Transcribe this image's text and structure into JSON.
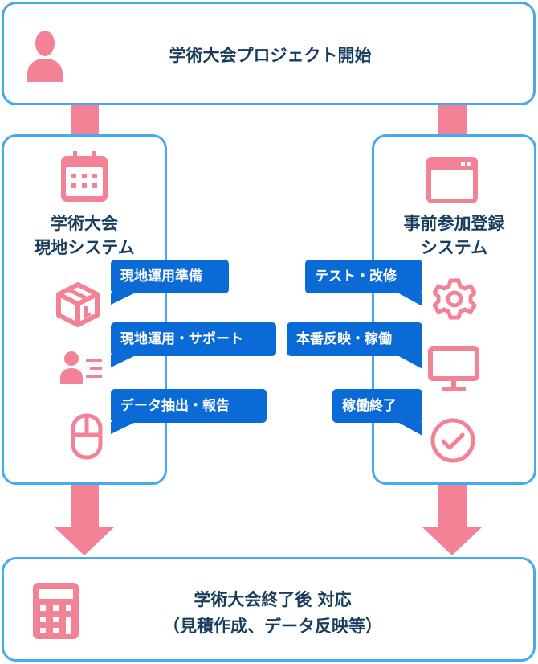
{
  "colors": {
    "border": "#45aaf2",
    "accent_pink": "#f48296",
    "bubble_blue": "#0b6bd6",
    "title_navy": "#173c5e"
  },
  "start": {
    "icon": "person-icon",
    "title": "学術大会プロジェクト開始"
  },
  "left_system": {
    "icon": "calendar-icon",
    "title_line1": "学術大会",
    "title_line2": "現地システム",
    "steps": [
      {
        "label": "現地運用準備",
        "icon": "package-box-icon"
      },
      {
        "label": "現地運用・サポート",
        "icon": "user-list-icon"
      },
      {
        "label": "データ抽出・報告",
        "icon": "mouse-icon"
      }
    ]
  },
  "right_system": {
    "icon": "browser-window-icon",
    "title_line1": "事前参加登録",
    "title_line2": "システム",
    "steps": [
      {
        "label": "テスト・改修",
        "icon": "gear-icon"
      },
      {
        "label": "本番反映・稼働",
        "icon": "monitor-icon"
      },
      {
        "label": "稼働終了",
        "icon": "check-circle-icon"
      }
    ]
  },
  "end": {
    "icon": "calculator-icon",
    "title_line1": "学術大会終了後 対応",
    "title_line2": "（見積作成、データ反映等）"
  }
}
